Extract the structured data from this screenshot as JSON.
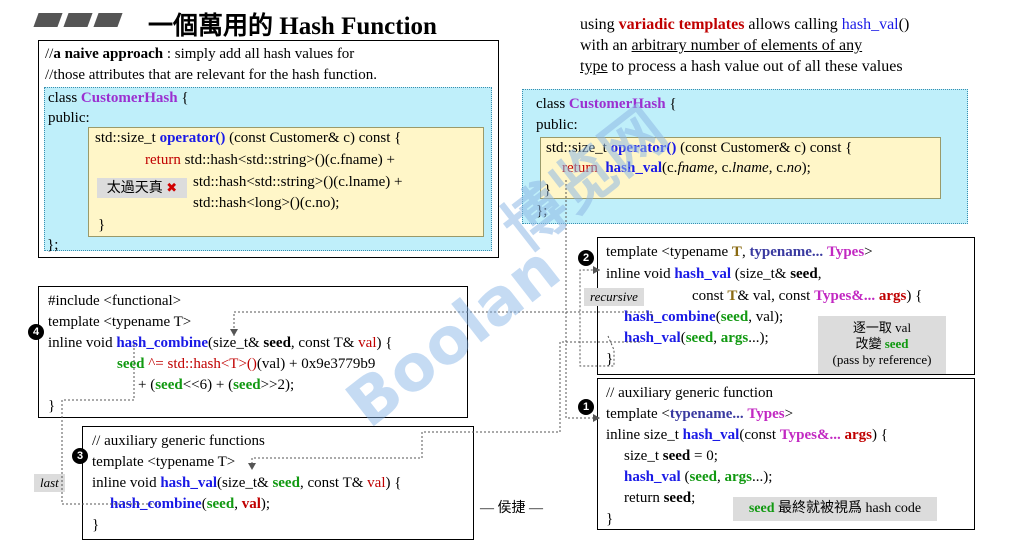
{
  "title": "一個萬用的 Hash Function",
  "top_left": {
    "comment1_prefix": "//",
    "comment1_bold": "a naive approach",
    "comment1_rest": " : simply add all hash values for",
    "comment2": "//those attributes that are relevant for the hash function.",
    "class_kw": "class ",
    "class_name": "CustomerHash",
    "brace_open": " {",
    "public": "public:",
    "op_pre": "std::size_t ",
    "op_name": "operator()",
    "op_post": " (const Customer& c) const {",
    "ret_kw": "return",
    "ret1": "  std::hash<std::string>()(c.fname)   +",
    "ret2": "std::hash<std::string>()(c.lname)   +",
    "ret3": "std::hash<long>()(c.no);",
    "close_inner": "}",
    "close_outer": "};",
    "naive_note": "太過天真",
    "cross": "✖"
  },
  "top_right_note": {
    "l1_pre": "using ",
    "l1_red": "variadic templates",
    "l1_mid": " allows calling ",
    "l1_blue": "hash_val",
    "l1_post": "()",
    "l2_pre": "with an ",
    "l2_ul": "arbitrary number of elements of any",
    "l3_ul": "type",
    "l3_post": " to process a hash value out of all these values"
  },
  "right_class": {
    "class_kw": "class ",
    "class_name": "CustomerHash",
    "brace_open": " {",
    "public": "public:",
    "op_pre": "std::size_t ",
    "op_name": "operator()",
    "op_post": " (const Customer& c) const {",
    "ret_kw": "return",
    "ret_fn": "hash_val",
    "ret_args_1": "(c.",
    "ret_fname": "fname",
    "ret_args_2": ", c.",
    "ret_lname": "lname",
    "ret_args_3": ", c.",
    "ret_no": "no",
    "ret_args_4": ");",
    "close_inner": "}",
    "close_outer": "};"
  },
  "box2": {
    "badge": "2",
    "l1_pre": "template <typename ",
    "l1_T": "T",
    "l1_mid": ", ",
    "l1_tn": "typename...",
    "l1_sp": " ",
    "l1_types": "Types",
    "l1_post": ">",
    "l2_pre": "inline void ",
    "l2_fn": "hash_val",
    "l2_mid": " (size_t& ",
    "l2_seed": "seed",
    "l2_post": ",",
    "l3_pre": "const ",
    "l3_T": "T",
    "l3_mid": "& val, const ",
    "l3_types": "Types&...",
    "l3_sp": " ",
    "l3_args": "args",
    "l3_post": ") {",
    "l4_fn": "hash_combine",
    "l4_p1": "(",
    "l4_seed": "seed",
    "l4_p2": ", val);",
    "l5_fn": "hash_val",
    "l5_p1": "(",
    "l5_seed": "seed",
    "l5_p2": ", ",
    "l5_args": "args",
    "l5_p3": "...);",
    "close": "}",
    "note_l1": "逐一取 val",
    "note_l2_pre": "改變 ",
    "note_l2_seed": "seed",
    "note_l3": "(pass by reference)"
  },
  "box1": {
    "badge": "1",
    "l1": "// auxiliary generic function",
    "l2_pre": "template <",
    "l2_tn": "typename...",
    "l2_sp": " ",
    "l2_types": "Types",
    "l2_post": ">",
    "l3_pre": "inline size_t ",
    "l3_fn": "hash_val",
    "l3_mid": "(const ",
    "l3_types": "Types&...",
    "l3_sp": " ",
    "l3_args": "args",
    "l3_post": ") {",
    "l4_pre": "size_t ",
    "l4_seed": "seed",
    "l4_post": " = 0;",
    "l5_fn": "hash_val",
    "l5_p1": " (",
    "l5_seed": "seed",
    "l5_p2": ", ",
    "l5_args": "args",
    "l5_p3": "...);",
    "l6_pre": "return ",
    "l6_seed": "seed",
    "l6_post": ";",
    "close": "}",
    "note_seed": "seed",
    "note_rest": " 最終就被視爲 hash code"
  },
  "box4": {
    "badge": "4",
    "l1": "#include <functional>",
    "l2": "template <typename T>",
    "l3_pre": "inline void ",
    "l3_fn": "hash_combine",
    "l3_mid": "(size_t& ",
    "l3_seed": "seed",
    "l3_mid2": ", const T& ",
    "l3_val": "val",
    "l3_post": ") {",
    "l4_seed": "seed",
    "l4_op": " ^= ",
    "l4_hash": "std::hash<T>()",
    "l4_val": "(val)",
    "l4_post": " + 0x9e3779b9",
    "l5_pre": "+ (",
    "l5_seed": "seed",
    "l5_mid": "<<6) + (",
    "l5_seed2": "seed",
    "l5_post": ">>2);",
    "close": "}"
  },
  "box3": {
    "badge": "3",
    "l1": "// auxiliary generic functions",
    "l2": "template <typename T>",
    "l3_pre": "inline void ",
    "l3_fn": "hash_val",
    "l3_mid": "(size_t& ",
    "l3_seed": "seed",
    "l3_mid2": ", const T& ",
    "l3_val": "val",
    "l3_post": ") {",
    "l4_fn": "hash_combine",
    "l4_p1": "(",
    "l4_seed": "seed",
    "l4_p2": ", ",
    "l4_val": "val",
    "l4_p3": ");",
    "close": "}"
  },
  "labels": {
    "recursive": "recursive",
    "last": "last",
    "houjie": "— 侯捷 —",
    "watermark_main": "博览网",
    "watermark_small": "Boolan"
  }
}
